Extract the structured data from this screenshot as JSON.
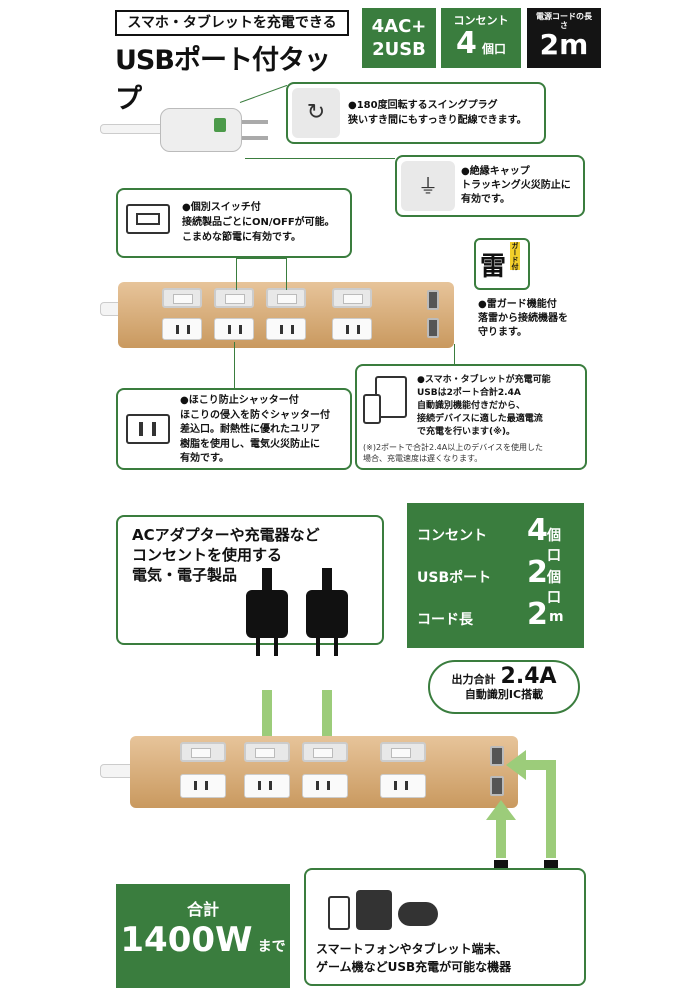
{
  "header": {
    "subtitle": "スマホ・タブレットを充電できる",
    "title": "USBポート付タップ",
    "badge1": "4AC+\n2USB",
    "badge2_top": "コンセント",
    "badge2_main": "4",
    "badge2_unit": "個口",
    "badge3_top": "電源コードの長さ",
    "badge3_main": "2m"
  },
  "features": {
    "plug": "●180度回転するスイングプラグ\n狭いすき間にもすっきり配線できます。",
    "cap": "●絶縁キャップ\nトラッキング火災防止に\n有効です。",
    "switch": "●個別スイッチ付\n接続製品ごとにON/OFFが可能。\nこまめな節電に有効です。",
    "guard_icon": "雷",
    "guard_icon_side": "ガード付",
    "guard": "●雷ガード機能付\n落雷から接続機器を\n守ります。",
    "shutter": "●ほこり防止シャッター付\nほこりの侵入を防ぐシャッター付\n差込口。耐熱性に優れたユリア\n樹脂を使用し、電気火災防止に\n有効です。",
    "usb": "●スマホ・タブレットが充電可能\nUSBは2ポート合計2.4A\n自動識別機能付きだから、\n接続デバイスに適した最適電流\nで充電を行います(※)。",
    "usb_note": "(※)2ポートで合計2.4A以上のデバイスを使用した\n場合、充電速度は遅くなります。"
  },
  "lower": {
    "ac_text": "ACアダプターや充電器など\nコンセントを使用する\n電気・電子製品",
    "specs": [
      {
        "label": "コンセント",
        "value": "4",
        "unit": "個口"
      },
      {
        "label": "USBポート",
        "value": "2",
        "unit": "個口"
      },
      {
        "label": "コード長",
        "value": "2",
        "unit": "m"
      }
    ],
    "output_prefix": "出力合計",
    "output_value": "2.4A",
    "output_sub": "自動識別IC搭載",
    "total_top": "合計",
    "total_main": "1400W",
    "total_unit": "まで",
    "device_text": "スマートフォンやタブレット端末、\nゲーム機などUSB充電が可能な機器"
  },
  "colors": {
    "accent": "#3a7d3e",
    "dark": "#141414",
    "wood": "#d9ae7a"
  }
}
